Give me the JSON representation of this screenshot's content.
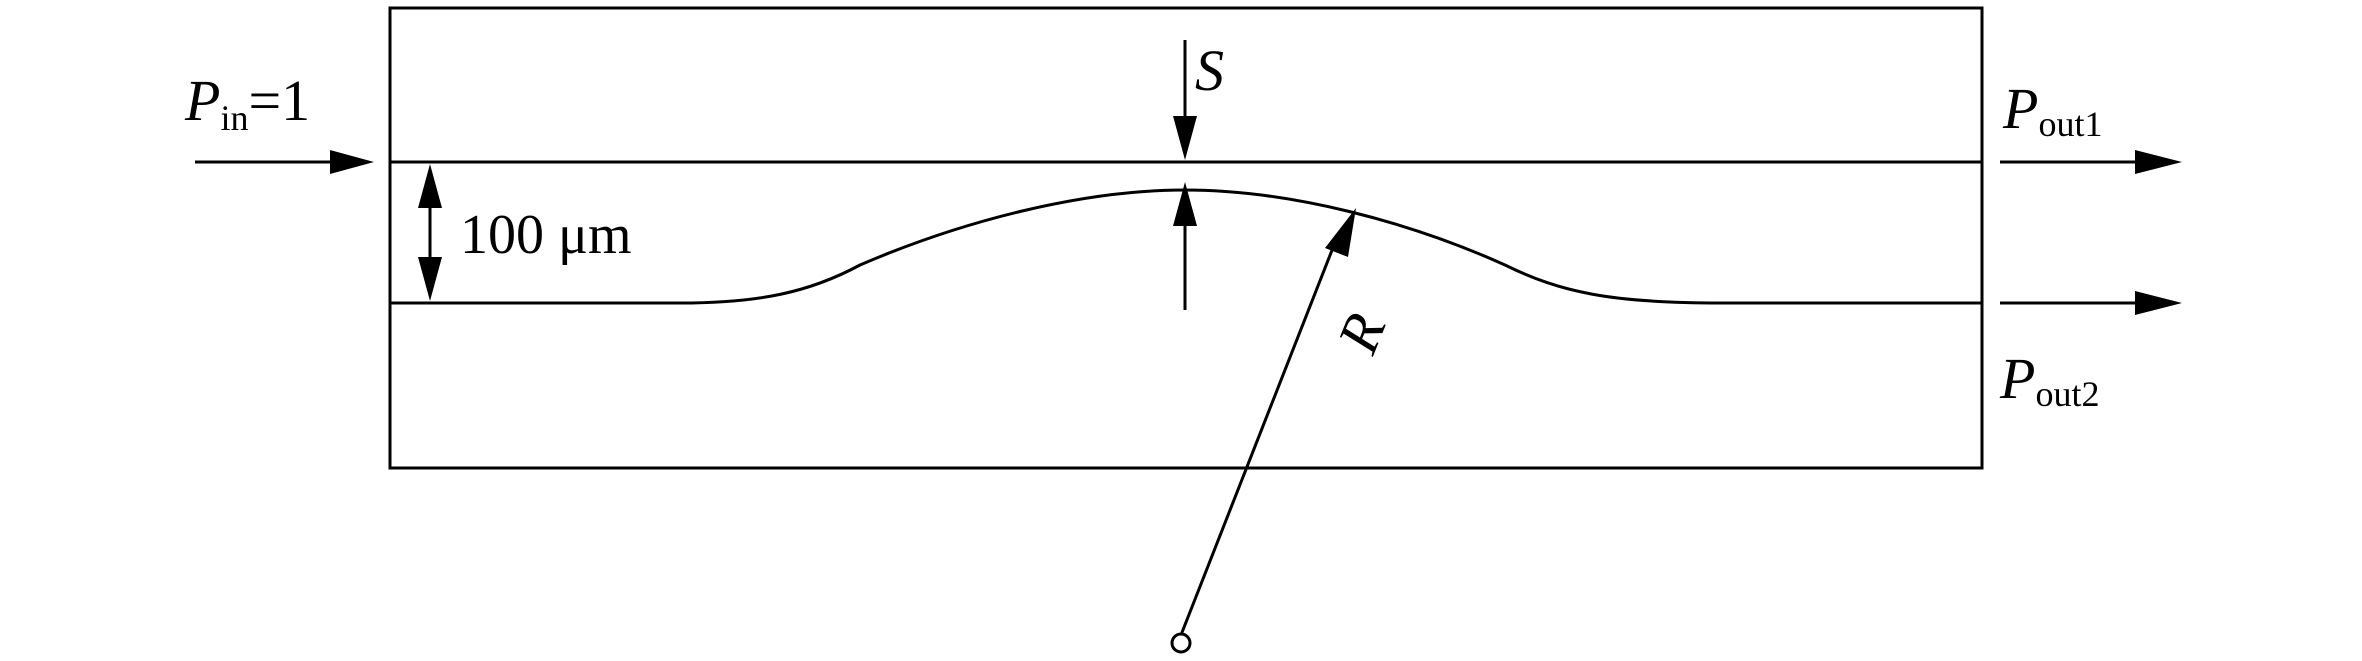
{
  "labels": {
    "pin_symbol": "P",
    "pin_sub": "in",
    "pin_value": "=1",
    "pout1_symbol": "P",
    "pout1_sub": "out1",
    "pout2_symbol": "P",
    "pout2_sub": "out2",
    "gap_symbol": "S",
    "width_label": "100 μm",
    "radius_symbol": "R"
  },
  "colors": {
    "stroke": "#000000",
    "background": "#ffffff"
  }
}
